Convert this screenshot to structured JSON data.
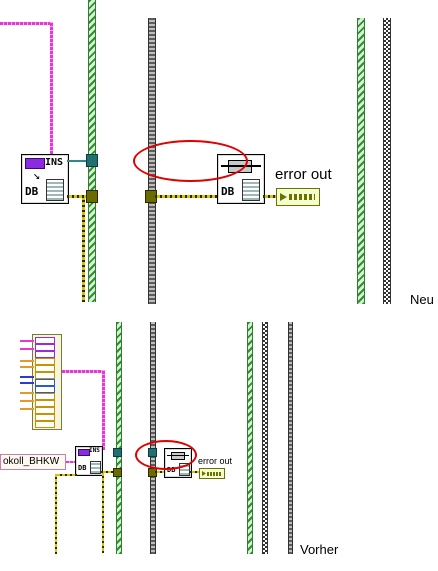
{
  "top_panel": {
    "indicator_label": "error out",
    "vi_left": {
      "ins_text": "INS",
      "db_text": "DB"
    },
    "vi_right": {
      "db_text": "DB"
    },
    "caption": "Neu"
  },
  "bottom_panel": {
    "string_constant": "okoll_BHKW",
    "indicator_label": "error out",
    "vi_left": {
      "ins_text": "INS",
      "db_text": "DB"
    },
    "vi_right": {
      "db_text": "DB"
    },
    "caption": "Vorher"
  },
  "colors": {
    "highlight_oval": "#e00000",
    "sequence_green": "#2f8f2f",
    "wire_pink": "#e23ad6",
    "wire_yellow": "#d8c400",
    "wire_teal": "#2d8a8a"
  },
  "icons": [
    "db-insert-vi-icon",
    "db-close-vi-icon",
    "error-cluster-indicator-icon"
  ]
}
